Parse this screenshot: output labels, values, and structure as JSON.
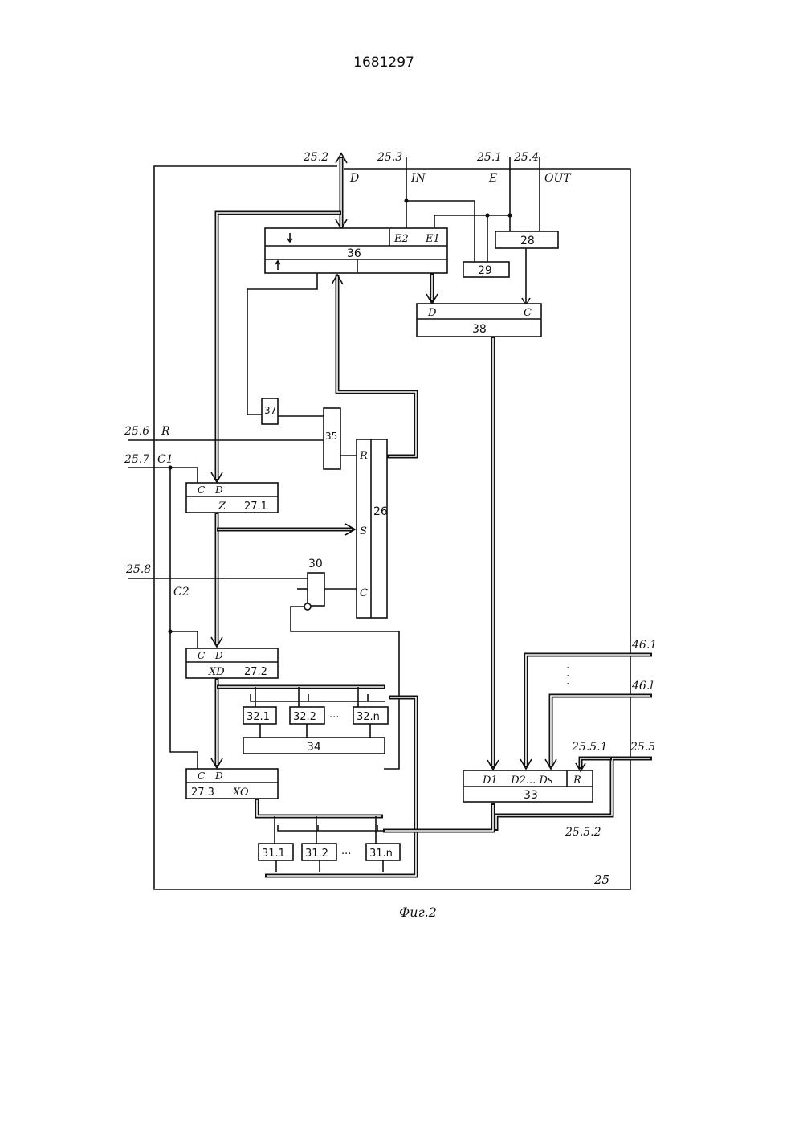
{
  "document": {
    "patent_number": "1681297",
    "figure_caption": "Фиг.2"
  },
  "pins": {
    "p25_2": "25.2",
    "p25_3": "25.3",
    "p25_1": "25.1",
    "p25_4": "25.4",
    "sig_D": "D",
    "sig_IN": "IN",
    "sig_E": "E",
    "sig_OUT": "OUT",
    "p25_6": "25.6",
    "sig_R": "R",
    "p25_7": "25.7",
    "sig_C1": "C1",
    "p25_8": "25.8",
    "sig_C2": "C2",
    "p46_1": "46.1",
    "p46_l": "46.l",
    "p25_5_1": "25.5.1",
    "p25_5": "25.5",
    "p25_5_2": "25.5.2",
    "dots": "."
  },
  "blocks": {
    "b36": {
      "label": "36",
      "e2": "E2",
      "e1": "E1"
    },
    "b28": {
      "label": "28"
    },
    "b29": {
      "label": "29"
    },
    "b38": {
      "label": "38",
      "d": "D",
      "c": "C"
    },
    "b37": {
      "label": "37"
    },
    "b35": {
      "label": "35"
    },
    "b26": {
      "label": "26",
      "r": "R",
      "s": "S",
      "c": "C"
    },
    "b27_1": {
      "label": "27.1",
      "c": "C",
      "d": "D",
      "q": "Z"
    },
    "b30": {
      "label": "30"
    },
    "b27_2": {
      "label": "27.2",
      "c": "C",
      "d": "D",
      "q": "XD"
    },
    "b32": [
      {
        "label": "32.1"
      },
      {
        "label": "32.2"
      },
      {
        "label": "32.n"
      }
    ],
    "b32_ellipsis": "...",
    "b34": {
      "label": "34"
    },
    "b27_3": {
      "label": "27.3",
      "c": "C",
      "d": "D",
      "q": "XO"
    },
    "b31": [
      {
        "label": "31.1"
      },
      {
        "label": "31.2"
      },
      {
        "label": "31.n"
      }
    ],
    "b31_ellipsis": "...",
    "b33": {
      "label": "33",
      "inputs": "D1    D2... Ds",
      "r": "R"
    },
    "b25": {
      "label": "25"
    }
  }
}
